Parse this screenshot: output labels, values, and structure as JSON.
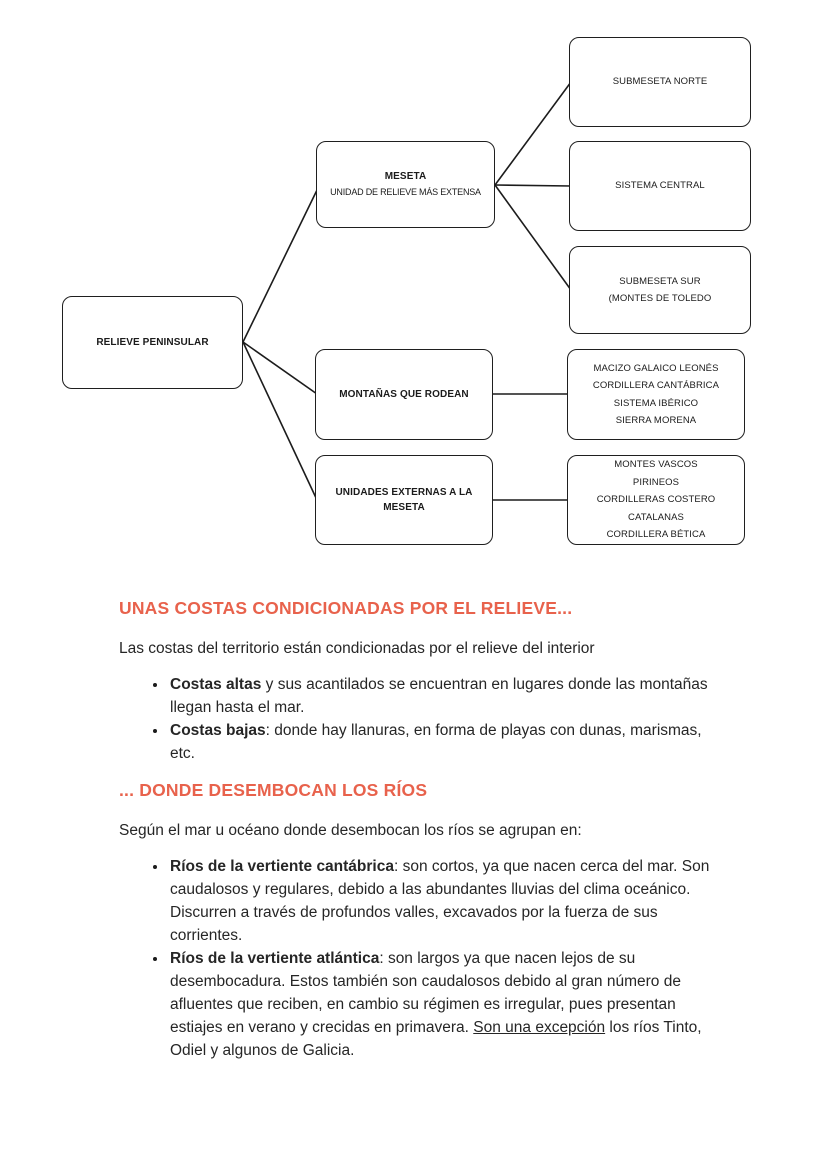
{
  "document": {
    "background_color": "#ffffff",
    "accent_color": "#e8624c",
    "text_color": "#262626",
    "border_color": "#1f1f1f"
  },
  "diagram": {
    "root": {
      "title": "RELIEVE PENINSULAR"
    },
    "branches": [
      {
        "title": "MESETA",
        "subtitle": "UNIDAD DE RELIEVE MÁS EXTENSA"
      },
      {
        "title": "MONTAÑAS QUE RODEAN"
      },
      {
        "title": "UNIDADES EXTERNAS A LA MESETA"
      }
    ],
    "leaves": [
      {
        "lines": [
          "SUBMESETA NORTE"
        ]
      },
      {
        "lines": [
          "SISTEMA CENTRAL"
        ]
      },
      {
        "lines": [
          "SUBMESETA SUR",
          "(MONTES DE TOLEDO"
        ]
      },
      {
        "lines": [
          "MACIZO GALAICO LEONÉS",
          "CORDILLERA CANTÁBRICA",
          "SISTEMA IBÉRICO",
          "SIERRA MORENA"
        ]
      },
      {
        "lines": [
          "MONTES VASCOS",
          "PIRINEOS",
          "CORDILLERAS COSTERO CATALANAS",
          "CORDILLERA BÉTICA"
        ]
      }
    ]
  },
  "sections": [
    {
      "heading": "UNAS COSTAS CONDICIONADAS POR EL RELIEVE...",
      "intro": "Las costas del territorio están condicionadas por el relieve del interior",
      "bullets": [
        [
          {
            "t": "Costas altas",
            "b": true
          },
          {
            "t": " y sus acantilados se encuentran en lugares donde las montañas llegan hasta el mar."
          }
        ],
        [
          {
            "t": "Costas bajas",
            "b": true
          },
          {
            "t": ": donde hay llanuras, en forma de playas con dunas, marismas, etc."
          }
        ]
      ]
    },
    {
      "heading": "... DONDE DESEMBOCAN LOS RÍOS",
      "intro": "Según el mar u océano donde desembocan los ríos se agrupan en:",
      "bullets": [
        [
          {
            "t": "Ríos de la vertiente cantábrica",
            "b": true
          },
          {
            "t": ": son cortos, ya que nacen cerca del mar. Son caudalosos y regulares, debido a las abundantes lluvias del clima oceánico. Discurren a través de profundos valles, excavados por la fuerza de sus corrientes."
          }
        ],
        [
          {
            "t": "Ríos de la vertiente atlántica",
            "b": true
          },
          {
            "t": ": son largos ya que nacen lejos de su desembocadura.  Estos también son caudalosos debido al gran número de afluentes que reciben, en cambio su régimen es irregular, pues presentan estiajes en verano y crecidas en primavera. "
          },
          {
            "t": "Son una excepción",
            "u": true
          },
          {
            "t": " los ríos Tinto, Odiel y algunos de Galicia."
          }
        ]
      ]
    }
  ]
}
